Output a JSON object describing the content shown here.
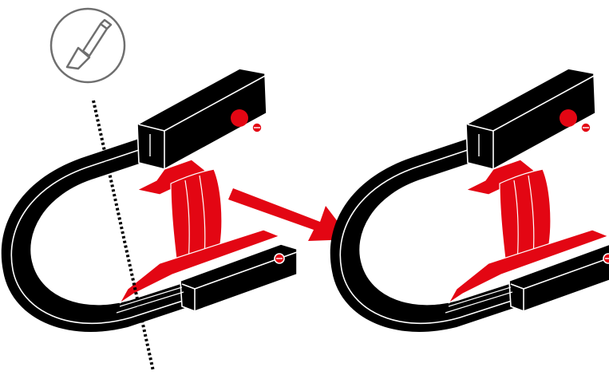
{
  "colors": {
    "body": "#000000",
    "insert": "#e30613",
    "edge": "#ffffff",
    "icon_stroke": "#6f6f6f",
    "arrow": "#e30613"
  },
  "icons": {
    "tool": "cutter-knife-icon",
    "direction": "arrow-right-icon",
    "cut": "dotted-cut-line"
  },
  "steps": [
    {
      "state": "before",
      "shows_cut_line": true
    },
    {
      "state": "after",
      "shows_cut_line": false
    }
  ]
}
